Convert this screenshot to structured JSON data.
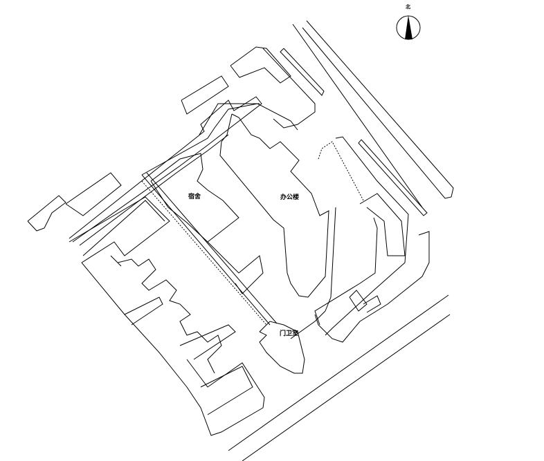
{
  "labels": {
    "dormitory": "宿舍",
    "office_building": "办公楼",
    "guard_room": "门卫室",
    "north": "北"
  },
  "colors": {
    "line": "#000000",
    "background": "#ffffff"
  }
}
